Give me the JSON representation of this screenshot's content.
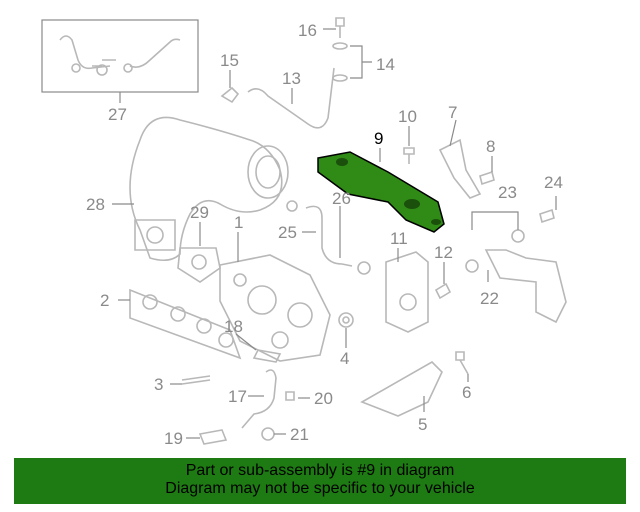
{
  "diagram": {
    "callouts": [
      {
        "id": "c1",
        "text": "1"
      },
      {
        "id": "c2",
        "text": "2"
      },
      {
        "id": "c3",
        "text": "3"
      },
      {
        "id": "c4",
        "text": "4"
      },
      {
        "id": "c5",
        "text": "5"
      },
      {
        "id": "c6",
        "text": "6"
      },
      {
        "id": "c7",
        "text": "7"
      },
      {
        "id": "c8",
        "text": "8"
      },
      {
        "id": "c9",
        "text": "9"
      },
      {
        "id": "c10",
        "text": "10"
      },
      {
        "id": "c11",
        "text": "11"
      },
      {
        "id": "c12",
        "text": "12"
      },
      {
        "id": "c13",
        "text": "13"
      },
      {
        "id": "c14",
        "text": "14"
      },
      {
        "id": "c15",
        "text": "15"
      },
      {
        "id": "c16",
        "text": "16"
      },
      {
        "id": "c17",
        "text": "17"
      },
      {
        "id": "c18",
        "text": "18"
      },
      {
        "id": "c19",
        "text": "19"
      },
      {
        "id": "c20",
        "text": "20"
      },
      {
        "id": "c21",
        "text": "21"
      },
      {
        "id": "c22",
        "text": "22"
      },
      {
        "id": "c23",
        "text": "23"
      },
      {
        "id": "c24",
        "text": "24"
      },
      {
        "id": "c25",
        "text": "25"
      },
      {
        "id": "c26",
        "text": "26"
      },
      {
        "id": "c27",
        "text": "27"
      },
      {
        "id": "c28",
        "text": "28"
      },
      {
        "id": "c29",
        "text": "29"
      }
    ],
    "highlighted_part": "9",
    "colors": {
      "highlight": "#2f8a16",
      "parts": "#b8b8b8",
      "labels": "#8a8a8a",
      "banner": "#1e7a12"
    }
  },
  "banner": {
    "line1": "Part or sub-assembly is #9 in diagram",
    "line2": "Diagram may not be specific to your vehicle"
  }
}
